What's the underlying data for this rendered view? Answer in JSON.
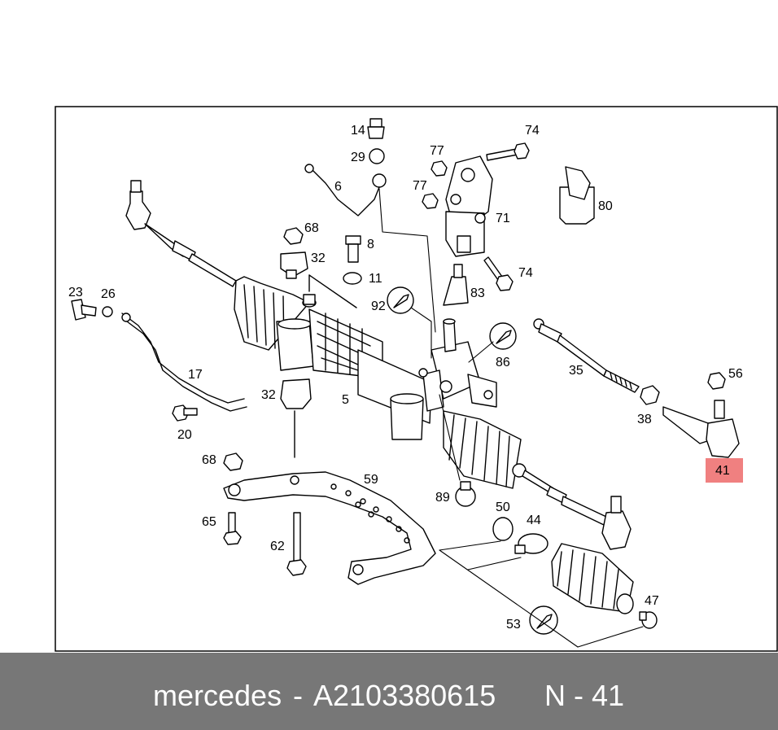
{
  "colors": {
    "footer_bg": "#777777",
    "highlight": "#f08080",
    "line": "#000000"
  },
  "callouts": [
    {
      "id": "14",
      "label": "14"
    },
    {
      "id": "29",
      "label": "29"
    },
    {
      "id": "6",
      "label": "6"
    },
    {
      "id": "77a",
      "label": "77"
    },
    {
      "id": "77b",
      "label": "77"
    },
    {
      "id": "74a",
      "label": "74"
    },
    {
      "id": "80",
      "label": "80"
    },
    {
      "id": "71",
      "label": "71"
    },
    {
      "id": "68a",
      "label": "68"
    },
    {
      "id": "8",
      "label": "8"
    },
    {
      "id": "32a",
      "label": "32"
    },
    {
      "id": "11",
      "label": "11"
    },
    {
      "id": "74b",
      "label": "74"
    },
    {
      "id": "83",
      "label": "83"
    },
    {
      "id": "23",
      "label": "23"
    },
    {
      "id": "26",
      "label": "26"
    },
    {
      "id": "92",
      "label": "92"
    },
    {
      "id": "86",
      "label": "86"
    },
    {
      "id": "35",
      "label": "35"
    },
    {
      "id": "56",
      "label": "56"
    },
    {
      "id": "17",
      "label": "17"
    },
    {
      "id": "32b",
      "label": "32"
    },
    {
      "id": "5",
      "label": "5"
    },
    {
      "id": "38",
      "label": "38"
    },
    {
      "id": "20",
      "label": "20"
    },
    {
      "id": "41",
      "label": "41"
    },
    {
      "id": "68b",
      "label": "68"
    },
    {
      "id": "59",
      "label": "59"
    },
    {
      "id": "89",
      "label": "89"
    },
    {
      "id": "50",
      "label": "50"
    },
    {
      "id": "65",
      "label": "65"
    },
    {
      "id": "44",
      "label": "44"
    },
    {
      "id": "62",
      "label": "62"
    },
    {
      "id": "47",
      "label": "47"
    },
    {
      "id": "53",
      "label": "53"
    }
  ],
  "highlighted_callout": "41",
  "footer": {
    "brand": "mercedes",
    "separator": "-",
    "part_number": "A2103380615",
    "ref": "N - 41"
  }
}
